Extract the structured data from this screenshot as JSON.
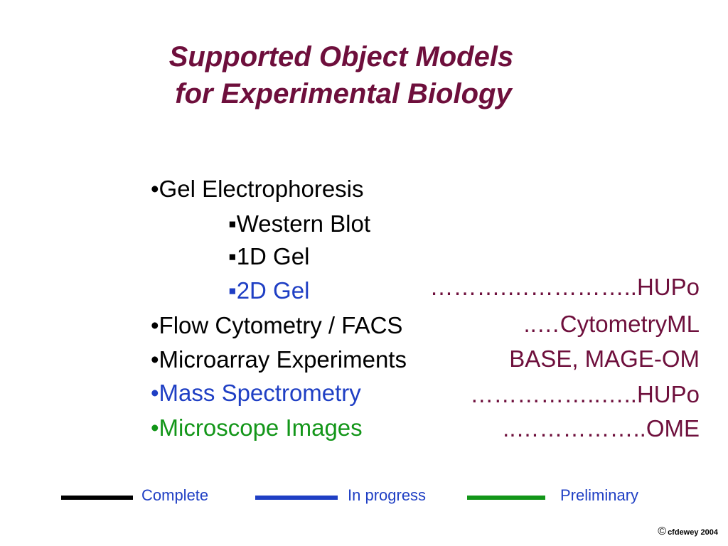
{
  "title": {
    "line1": "Supported Object Models",
    "line2": "for Experimental Biology"
  },
  "bullets": [
    {
      "text": "•Gel Electrophoresis",
      "color": "#000000"
    },
    {
      "text": "▪Western Blot",
      "color": "#000000"
    },
    {
      "text": "▪1D Gel",
      "color": "#000000"
    },
    {
      "text": "▪2D Gel",
      "color": "#1f3fc4"
    },
    {
      "text": "•Flow Cytometry / FACS",
      "color": "#000000"
    },
    {
      "text": "•Microarray Experiments",
      "color": "#000000"
    },
    {
      "text": "•Mass Spectrometry",
      "color": "#1f3fc4"
    },
    {
      "text": "•Microscope Images",
      "color": "#139619"
    }
  ],
  "sources": [
    {
      "text": "……….……………..HUPo"
    },
    {
      "text": "..…CytometryML"
    },
    {
      "text": "BASE, MAGE-OM"
    },
    {
      "text": "……………..…..HUPo"
    },
    {
      "text": "..……………..OME"
    }
  ],
  "legend": [
    {
      "label": "Complete",
      "line_color": "#000000",
      "label_color": "#1f3fc4"
    },
    {
      "label": "In progress",
      "line_color": "#1f3fc4",
      "label_color": "#1f3fc4"
    },
    {
      "label": "Preliminary",
      "line_color": "#139619",
      "label_color": "#1f3fc4"
    }
  ],
  "footer": {
    "copyright_symbol": "©",
    "copyright_text": "cfdewey 2004"
  },
  "colors": {
    "title": "#6e0f3c",
    "source_text": "#6e0f3c"
  }
}
